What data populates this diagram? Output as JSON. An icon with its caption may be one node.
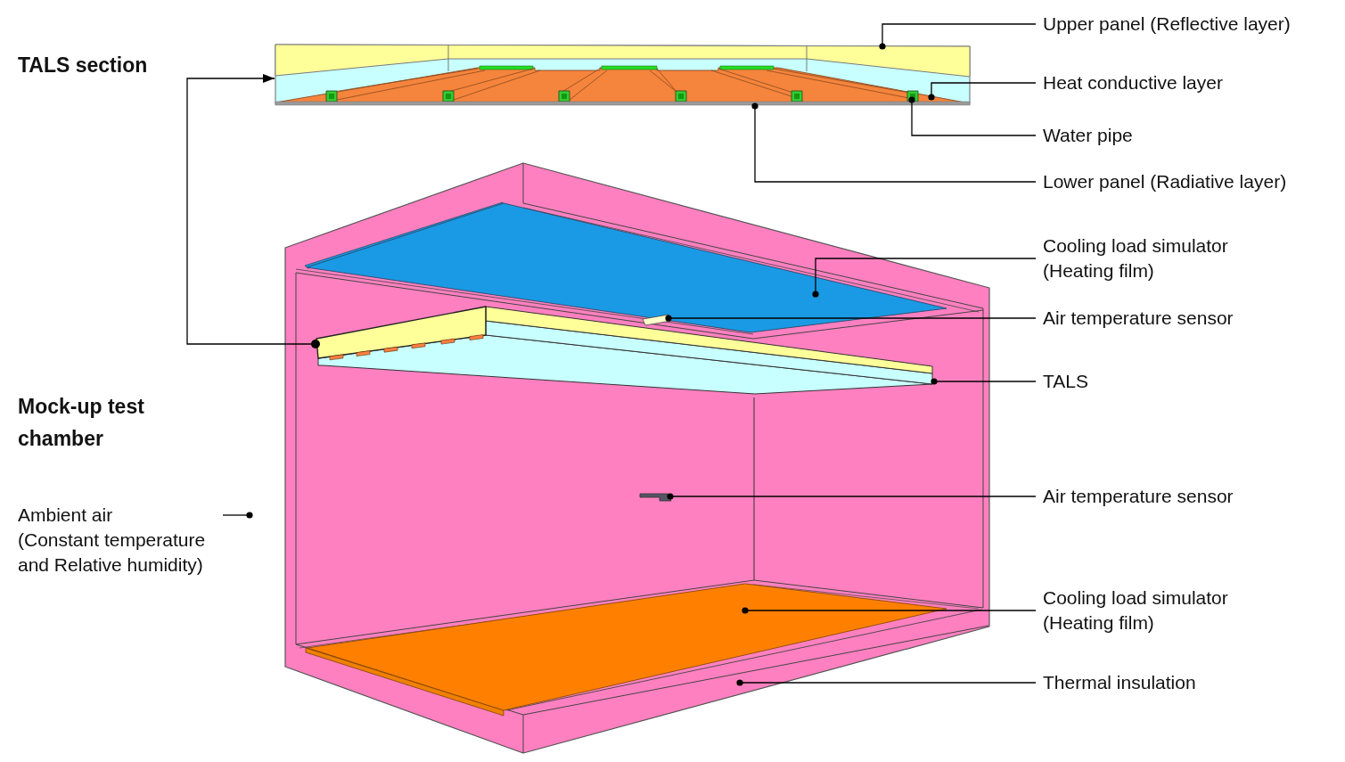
{
  "diagram": {
    "nodes": [
      {
        "text": [],
        "shape": "picture"
      },
      {
        "text": [
          "Upper panel (Reflective layer)"
        ]
      },
      {
        "text": [
          "Heat conductive layer"
        ]
      },
      {
        "text": [
          "Water pipe"
        ]
      },
      {
        "text": [
          "Lower panel (Radiative layer)"
        ]
      },
      {
        "text": [],
        "shape": "picture"
      },
      {
        "text": [],
        "shape": "picture",
        "in": 5
      },
      {
        "text": [],
        "shape": "picture",
        "in": 5
      },
      {
        "text": [],
        "shape": "picture",
        "in": 5
      },
      {
        "text": [],
        "shape": "picture",
        "in": 5
      },
      {
        "text": [],
        "shape": "picture",
        "in": 5
      },
      {
        "text": [
          "Cooling load simulator (Heating film)"
        ]
      },
      {
        "text": [
          "Air temperature sensor"
        ]
      },
      {
        "text": [
          "TALS"
        ]
      },
      {
        "text": [
          "Ambient air (Constant temperature and Relative humidity)"
        ]
      },
      {
        "text": [
          "Air temperature sensor"
        ]
      },
      {
        "text": [
          "Cooling load simulator (Heating film)"
        ]
      },
      {
        "text": [
          "Thermal insulation"
        ]
      }
    ],
    "edges": [
      {
        "from": 8,
        "to": 0,
        "arrow": "to"
      },
      {
        "from": 1,
        "to": 0,
        "arrow": "other"
      },
      {
        "from": 2,
        "to": 0,
        "arrow": "other"
      },
      {
        "from": 3,
        "to": 0,
        "arrow": "other"
      },
      {
        "from": 4,
        "to": 0,
        "arrow": "other"
      },
      {
        "from": 11,
        "to": 6,
        "arrow": "other"
      },
      {
        "from": 12,
        "to": 7,
        "arrow": "other"
      },
      {
        "from": 13,
        "to": 8,
        "arrow": "other"
      },
      {
        "from": 14,
        "to": null,
        "arrow": "other"
      },
      {
        "from": 15,
        "to": 9,
        "arrow": "other"
      },
      {
        "from": 16,
        "to": 10,
        "arrow": "other"
      },
      {
        "from": 17,
        "to": 5,
        "arrow": "other"
      }
    ],
    "labels": [
      "TALS section",
      "Mock-up test chamber"
    ]
  }
}
